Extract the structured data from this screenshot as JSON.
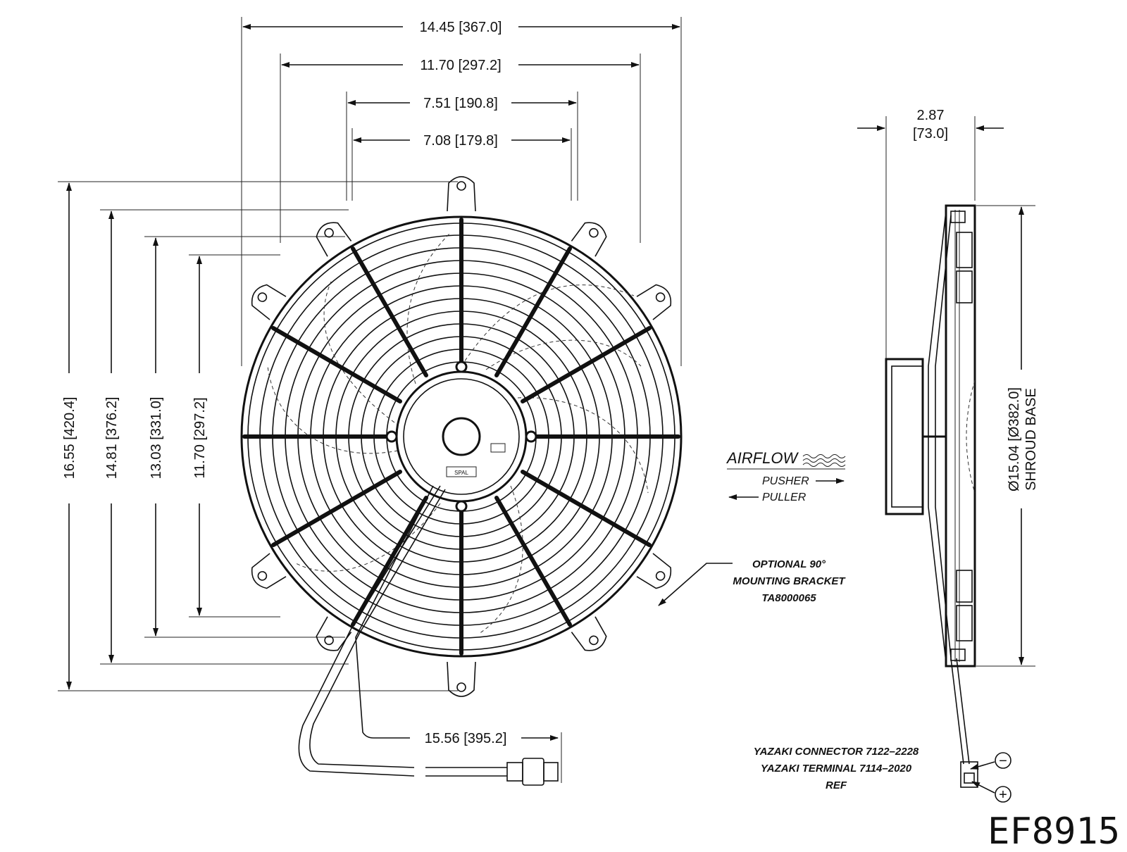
{
  "dimensions": {
    "overall_width": "14.45 [367.0]",
    "width_11_70": "11.70 [297.2]",
    "width_7_51": "7.51 [190.8]",
    "width_7_08": "7.08 [179.8]",
    "depth": "2.87",
    "depth_mm": "[73.0]",
    "overall_height": "16.55 [420.4]",
    "height_14_81": "14.81 [376.2]",
    "height_13_03": "13.03 [331.0]",
    "height_11_70": "11.70 [297.2]",
    "lead_length": "15.56 [395.2]",
    "shroud_diameter": "Ø15.04 [Ø382.0]",
    "shroud_label": "SHROUD BASE"
  },
  "airflow": {
    "title": "AIRFLOW",
    "pusher": "PUSHER",
    "puller": "PULLER"
  },
  "notes": {
    "bracket_line1": "OPTIONAL 90°",
    "bracket_line2": "MOUNTING BRACKET",
    "bracket_line3": "TA8000065",
    "connector_line1": "YAZAKI CONNECTOR 7122–2228",
    "connector_line2": "YAZAKI TERMINAL 7114–2020",
    "connector_line3": "REF",
    "motor_tag": "SPAL"
  },
  "terminals": {
    "negative": "−",
    "positive": "+"
  },
  "part_number": "EF8915"
}
